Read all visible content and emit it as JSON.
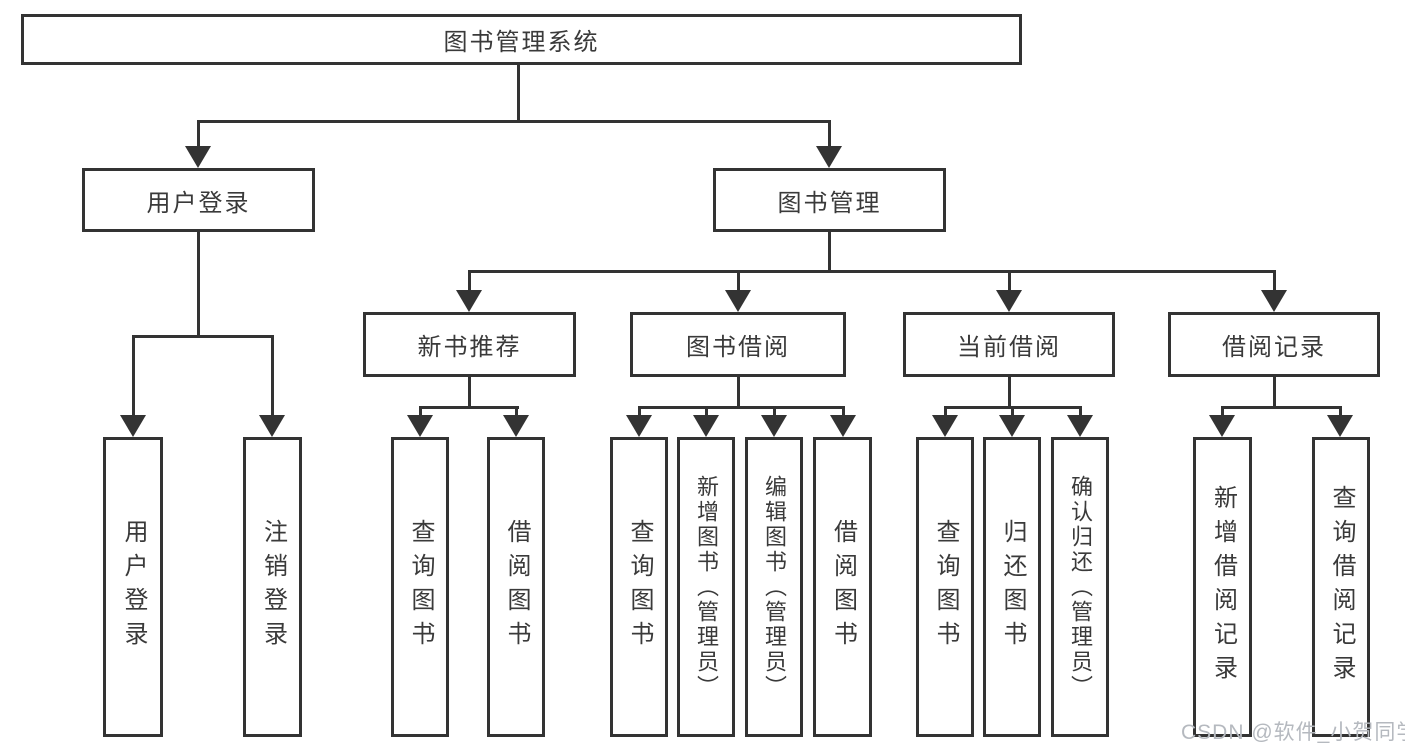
{
  "page": {
    "background": "#ffffff"
  },
  "colors": {
    "line": "#333333",
    "box_border": "#333333",
    "text": "#3a3a3a",
    "watermark": "#b5b9bf"
  },
  "tree": {
    "root": {
      "label": "图书管理系统"
    },
    "branches": [
      {
        "label": "用户登录",
        "children": [
          {
            "label": "用户登录"
          },
          {
            "label": "注销登录"
          }
        ]
      },
      {
        "label": "图书管理",
        "groups": [
          {
            "label": "新书推荐",
            "children": [
              {
                "label": "查询图书"
              },
              {
                "label": "借阅图书"
              }
            ]
          },
          {
            "label": "图书借阅",
            "children": [
              {
                "label": "查询图书"
              },
              {
                "label": "新增图书（管理员）"
              },
              {
                "label": "编辑图书（管理员）"
              },
              {
                "label": "借阅图书"
              }
            ]
          },
          {
            "label": "当前借阅",
            "children": [
              {
                "label": "查询图书"
              },
              {
                "label": "归还图书"
              },
              {
                "label": "确认归还（管理员）"
              }
            ]
          },
          {
            "label": "借阅记录",
            "children": [
              {
                "label": "新增借阅记录"
              },
              {
                "label": "查询借阅记录"
              }
            ]
          }
        ]
      }
    ]
  },
  "watermark": {
    "text": "CSDN @软件_小贺同学"
  }
}
